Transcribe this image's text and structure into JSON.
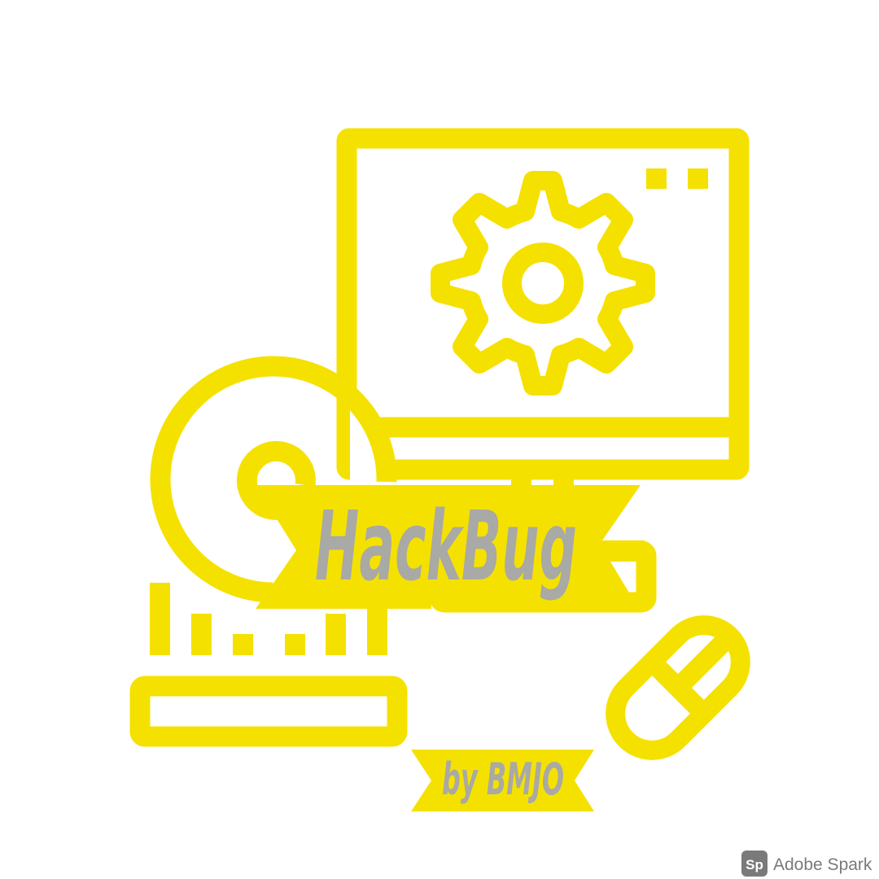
{
  "logo": {
    "title": "HackBug",
    "byline": "by BMJO",
    "illustration": "computer-settings-disc-keyboard-mouse",
    "colors": {
      "accent": "#F5E100",
      "text": "#A9A9A5",
      "background": "#FFFFFF",
      "watermark": "#7A7A7A"
    }
  },
  "watermark": {
    "badge": "Sp",
    "label": "Adobe Spark"
  }
}
